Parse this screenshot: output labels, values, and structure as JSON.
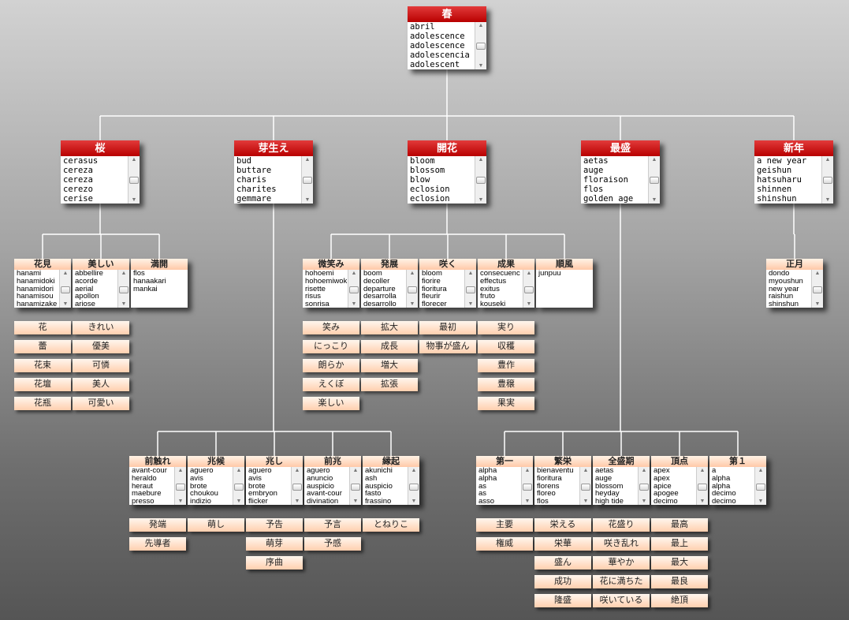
{
  "root": {
    "id": "haru",
    "title": "春",
    "items": [
      "abril",
      "adolescence",
      "adolescence",
      "adolescencia",
      "adolescent"
    ]
  },
  "level1": [
    {
      "id": "sakura",
      "title": "桜",
      "items": [
        "cerasus",
        "cereza",
        "cereza",
        "cerezo",
        "cerise"
      ]
    },
    {
      "id": "mebae",
      "title": "芽生え",
      "items": [
        "bud",
        "buttare",
        "charis",
        "charites",
        "gemmare"
      ]
    },
    {
      "id": "kaika",
      "title": "開花",
      "items": [
        "bloom",
        "blossom",
        "blow",
        "eclosion",
        "eclosion"
      ]
    },
    {
      "id": "saisei",
      "title": "最盛",
      "items": [
        "aetas",
        "auge",
        "floraison",
        "flos",
        "golden age"
      ]
    },
    {
      "id": "shinnen",
      "title": "新年",
      "items": [
        "a new year",
        "geishun",
        "hatsuharu",
        "shinnen",
        "shinshun"
      ]
    }
  ],
  "level2": [
    {
      "id": "hanami",
      "title": "花見",
      "items": [
        "hanami",
        "hanamidoki",
        "hanamidori",
        "hanamisou",
        "hanamizake"
      ]
    },
    {
      "id": "utsukushii",
      "title": "美しい",
      "items": [
        "abbellire",
        "acorde",
        "aerial",
        "apollon",
        "ariose"
      ]
    },
    {
      "id": "mankai",
      "title": "満開",
      "items": [
        "flos",
        "hanaakari",
        "mankai"
      ]
    },
    {
      "id": "hohoemi",
      "title": "微笑み",
      "items": [
        "hohoemi",
        "hohoemiwok",
        "risette",
        "risus",
        "sonrisa"
      ]
    },
    {
      "id": "hatten",
      "title": "発展",
      "items": [
        "boom",
        "decoller",
        "departure",
        "desarrolla",
        "desarrollo"
      ]
    },
    {
      "id": "saku",
      "title": "咲く",
      "items": [
        "bloom",
        "fiorire",
        "fioritura",
        "fleurir",
        "florecer"
      ]
    },
    {
      "id": "seika",
      "title": "成果",
      "items": [
        "consecuenc",
        "effectus",
        "exitus",
        "fruto",
        "kouseki"
      ]
    },
    {
      "id": "junpu",
      "title": "順風",
      "items": [
        "junpuu"
      ]
    },
    {
      "id": "shougatsu",
      "title": "正月",
      "items": [
        "dondo",
        "myoushun",
        "new year",
        "raishun",
        "shinshun"
      ]
    },
    {
      "id": "maebure",
      "title": "前触れ",
      "items": [
        "avant-cour",
        "heraldo",
        "heraut",
        "maebure",
        "presso"
      ]
    },
    {
      "id": "kikou",
      "title": "兆候",
      "items": [
        "aguero",
        "avis",
        "brote",
        "choukou",
        "indizio"
      ]
    },
    {
      "id": "kizashi",
      "title": "兆し",
      "items": [
        "aguero",
        "avis",
        "brote",
        "embryon",
        "flicker"
      ]
    },
    {
      "id": "zenchou",
      "title": "前兆",
      "items": [
        "aguero",
        "anuncio",
        "auspicio",
        "avant-cour",
        "divination"
      ]
    },
    {
      "id": "engi",
      "title": "縁起",
      "items": [
        "akunichi",
        "ash",
        "auspicio",
        "fasto",
        "frassino"
      ]
    },
    {
      "id": "daiichi",
      "title": "第一",
      "items": [
        "alpha",
        "alpha",
        "as",
        "as",
        "asso"
      ]
    },
    {
      "id": "hanei",
      "title": "繁栄",
      "items": [
        "bienaventu",
        "fioritura",
        "florens",
        "floreo",
        "flos"
      ]
    },
    {
      "id": "zenseiki",
      "title": "全盛期",
      "items": [
        "aetas",
        "auge",
        "blossom",
        "heyday",
        "high tide"
      ]
    },
    {
      "id": "chouten",
      "title": "頂点",
      "items": [
        "apex",
        "apex",
        "apice",
        "apogee",
        "decimo"
      ]
    },
    {
      "id": "dai1",
      "title": "第１",
      "items": [
        "a",
        "alpha",
        "alpha",
        "decimo",
        "decimo"
      ]
    }
  ],
  "tags": {
    "hanami": [
      "花",
      "蕾",
      "花束",
      "花壇",
      "花瓶"
    ],
    "utsukushii": [
      "きれい",
      "優美",
      "可憐",
      "美人",
      "可愛い"
    ],
    "hohoemi": [
      "笑み",
      "にっこり",
      "朗らか",
      "えくぼ",
      "楽しい"
    ],
    "hatten": [
      "拡大",
      "成長",
      "増大",
      "拡張"
    ],
    "saku": [
      "最初",
      "物事が盛ん"
    ],
    "seika": [
      "実り",
      "収穫",
      "豊作",
      "豊穣",
      "果実"
    ],
    "maebure": [
      "発端",
      "先導者"
    ],
    "kikou": [
      "萌し"
    ],
    "kizashi": [
      "予告",
      "萌芽",
      "序曲"
    ],
    "zenchou": [
      "予言",
      "予感"
    ],
    "engi": [
      "とねりこ"
    ],
    "daiichi": [
      "主要",
      "権威"
    ],
    "hanei": [
      "栄える",
      "栄華",
      "盛ん",
      "成功",
      "隆盛"
    ],
    "zenseiki": [
      "花盛り",
      "咲き乱れ",
      "華やか",
      "花に満ちた",
      "咲いている"
    ],
    "chouten": [
      "最高",
      "最上",
      "最大",
      "最良",
      "絶頂"
    ]
  },
  "colors": {
    "header_red": "#c00000",
    "header_pink": "#ffc8a8",
    "connector": "#ffffff"
  }
}
